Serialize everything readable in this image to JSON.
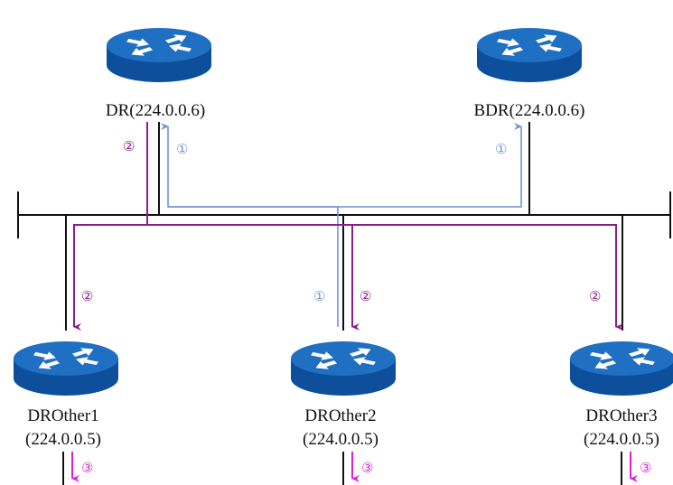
{
  "title": "",
  "nodes": {
    "dr": {
      "name": "DR",
      "address": "224.0.0.6",
      "label": "DR(224.0.0.6)"
    },
    "bdr": {
      "name": "BDR",
      "address": "224.0.0.6",
      "label": "BDR(224.0.0.6)"
    },
    "drother1": {
      "name": "DROther1",
      "address": "(224.0.0.5)"
    },
    "drother2": {
      "name": "DROther2",
      "address": "(224.0.0.5)"
    },
    "drother3": {
      "name": "DROther3",
      "address": "(224.0.0.5)"
    }
  },
  "steps": {
    "one": "①",
    "two": "②",
    "three": "③"
  },
  "colors": {
    "router_top": "#1f6fc2",
    "router_side": "#0d4f9a",
    "bus": "#111111",
    "step1": "#6f93d6",
    "step2": "#8a1e8a",
    "step3": "#e020d8"
  }
}
